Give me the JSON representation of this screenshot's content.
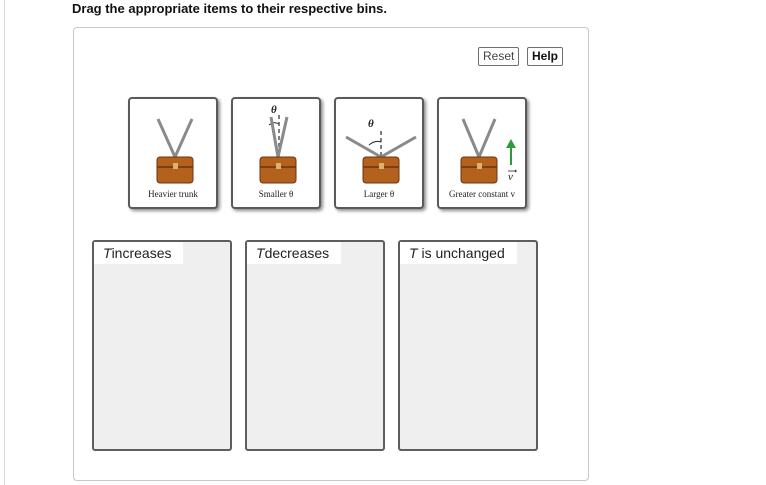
{
  "instruction": "Drag the appropriate items to their respective bins.",
  "toolbar": {
    "reset_label": "Reset",
    "help_label": "Help"
  },
  "colors": {
    "trunk": "#b5611e",
    "trunk_dark": "#6b3410",
    "rope": "#8a8a8a",
    "arrow": "#2e9a3a",
    "bin_bg": "#efefef"
  },
  "items": [
    {
      "caption": "Heavier trunk",
      "icon": "trunk-heavier-icon"
    },
    {
      "caption": "Smaller θ",
      "angle_symbol": "θ",
      "icon": "trunk-small-angle-icon"
    },
    {
      "caption": "Larger θ",
      "angle_symbol": "θ",
      "icon": "trunk-large-angle-icon"
    },
    {
      "caption": "Greater constant v",
      "velocity_symbol": "v",
      "icon": "trunk-velocity-icon"
    }
  ],
  "bins": [
    {
      "var": "T",
      "label": "increases"
    },
    {
      "var": "T",
      "label": "decreases"
    },
    {
      "var": "T",
      "label": "is unchanged"
    }
  ]
}
